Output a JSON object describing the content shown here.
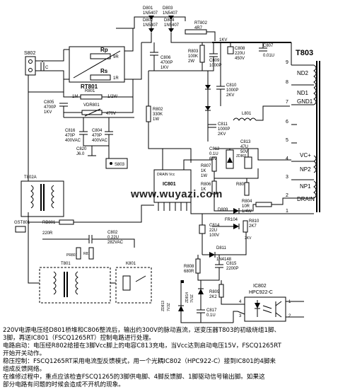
{
  "labels": {
    "s802": "S802",
    "s801_mark": "4",
    "rp": "Rp",
    "rs": "Rs",
    "r_9r": "9R",
    "r_1r": "1R",
    "rt801": "RT801",
    "c_left": "C",
    "d801": "D801",
    "d801_t": "1N5407",
    "d802": "D802",
    "d802_t": "1N5407",
    "d803": "D803",
    "d803_t": "1N5407",
    "d804": "D804",
    "d804_t": "1N5407",
    "rt802": "RT802",
    "rt802_v": "4R7",
    "c806": "C806",
    "c806_v": "4700P",
    "c806_t": "1KV",
    "kv1": "1KV",
    "r803": "R803",
    "r803_v": "100K",
    "r803_t": "2W",
    "c809": "C809",
    "c809_v": "1000P",
    "c808": "C808",
    "c808_v": "220U",
    "c808_t": "450V",
    "c807": "C807",
    "c807_v": "0.01U",
    "t803": "T803",
    "nd2": "ND2",
    "nd1": "ND1",
    "gnd1": "GND1",
    "vcc": "VC+",
    "np2": "NP2",
    "np1": "NP1",
    "drain": "DRAIN",
    "pin9": "9",
    "pin8": "8",
    "pin7": "7",
    "pin6": "6",
    "pin5": "5",
    "pin4": "4",
    "pin3": "3",
    "pin2": "2",
    "pin1": "1",
    "r801": "R801",
    "r801_v1": "1M",
    "r801_v2": "1/2W",
    "vdr801": "VDR801",
    "vdr801_v": "470V",
    "c805": "C805",
    "c805_v": "4700P",
    "c805_t": "1KV",
    "c816": "C816",
    "c816_v": "470P",
    "c816_t": "400VAC",
    "c804": "C804",
    "c804_v": "470P",
    "c804_t": "400VAC",
    "c820": "C820",
    "c820_v": "J6.0",
    "s803": "S803",
    "r802": "R802",
    "r802_v": "330K",
    "r802_t": "1W",
    "c810": "C810",
    "c810_v": "1000P",
    "c810_t": "2KV",
    "c811": "C811",
    "c811_v": "1000P",
    "c811_t": "2KV",
    "l801": "L801",
    "c813": "C813",
    "c813_v": "47U",
    "c813_t": "50V",
    "zd801": "ZD801",
    "t802a": "T802A",
    "ic801": "IC801",
    "ic801_pins": "DRAIN   Vcc",
    "r807": "R807",
    "r807_v": "1K",
    "r807_t": "1W",
    "c812": "C812",
    "c812_v": "0.1U",
    "c812_t": "63V",
    "r806": "R806",
    "r806_v": "1K",
    "r805": "R805",
    "d809": "D809",
    "r804": "R804",
    "r804_v": "10R",
    "r804_t": "1/4W",
    "gst801": "GST801",
    "rb801": "RB801",
    "rb801_v": "220R",
    "c802": "C802",
    "c802_v": "0.22U",
    "c802_t": "282VAC",
    "c814": "C814",
    "c814_v": "22U",
    "c814_t": "100V",
    "fr104": "FR104",
    "r810": "R810",
    "r810_v": "2K7",
    "d811": "D811",
    "d811_t": "1N4148",
    "r811": "R811",
    "pr801": "PR801",
    "t801": "T801",
    "k801": "K801",
    "r808": "R808",
    "r808_v": "680R",
    "c815": "C815",
    "c815_v": "2200P",
    "ic802": "IC802",
    "ic802_t": "HPC922-C",
    "zd813": "ZD813",
    "zd813_v": "7V3Z",
    "zd814": "ZD814",
    "zd814_v": "7V3Z",
    "r809": "R809",
    "r809_v": "2K2",
    "c817": "C817",
    "c817_v": "0.1U",
    "ic802_p1": "1",
    "ic802_p2": "2",
    "ic802_p3": "3",
    "ic802_p4": "4",
    "kv2": "2KV"
  },
  "watermark": "www.wuyazi.com",
  "caption": [
    "220V电源电压经D801桥堆和C806整流后，输出约300V的脉动直流，送变压器T803的初级绕组1脚、",
    "3脚，再送IC801（FSCQ1265RT）控制电路进行处理。",
    "电路启动：电压经R802给接在3脚Vcc脚上的电容C813充电，当Vcc达到启动电压15V，FSCQ1265RT",
    "开始开关动作。",
    "稳压控制：FSCQ1265RT采用电流型反馈模式，用一个光耦IC802（HPC922-C）接到IC801的4脚来",
    "组成反馈网络。",
    "在维修过程中，重点应该检查FSCQ1265的3脚供电脚、4脚反馈脚、1脚驱动信号输出脚。如果这",
    "部分电路有问题的时候会造成不开机的现象。"
  ]
}
